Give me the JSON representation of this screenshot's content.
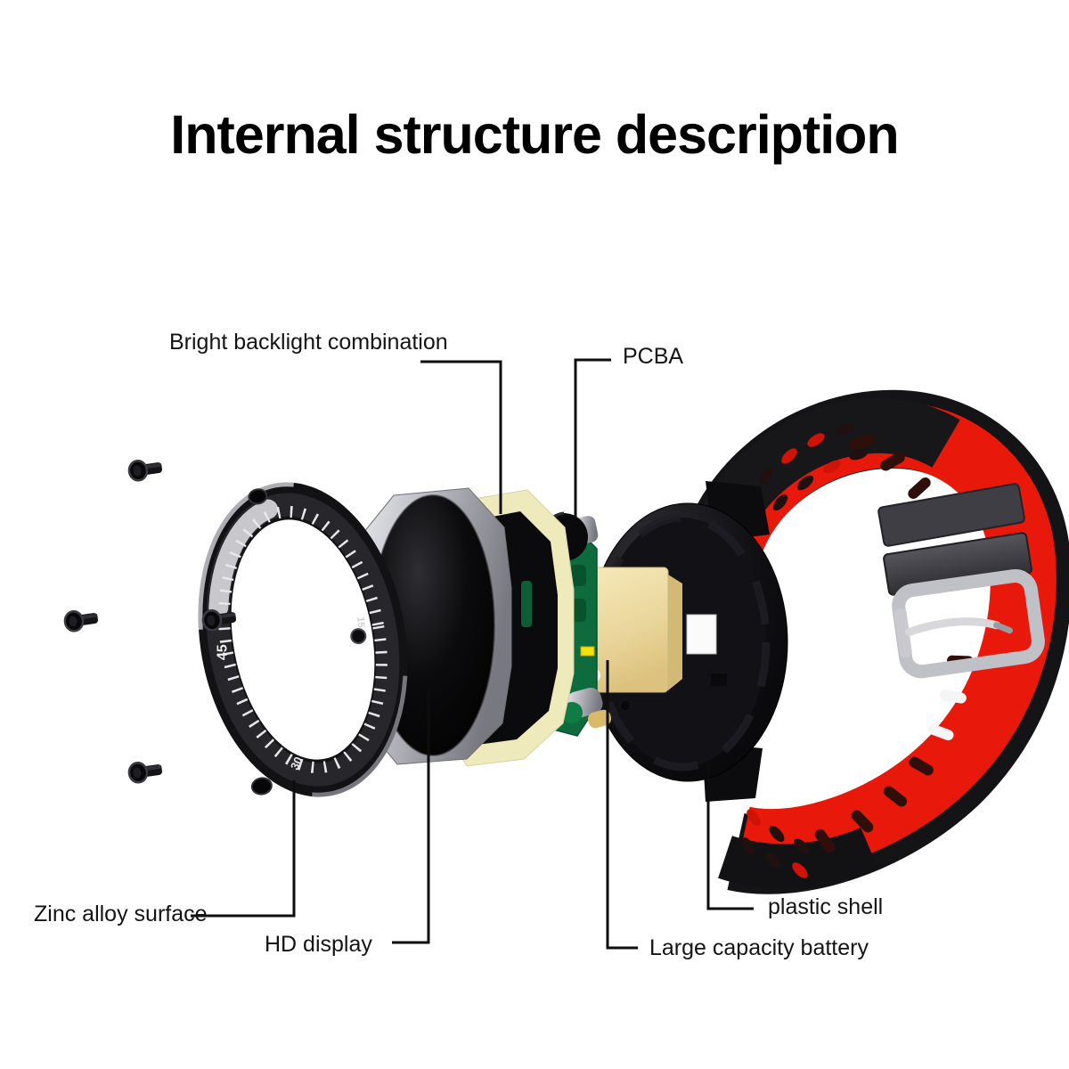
{
  "title": "Internal structure description",
  "labels": {
    "backlight": "Bright backlight combination",
    "pcba": "PCBA",
    "zinc": "Zinc alloy surface",
    "display": "HD display",
    "shell": "plastic shell",
    "battery": "Large capacity battery"
  },
  "bezel_markings": {
    "m45": "45",
    "m30": "30",
    "m15": "15"
  },
  "colors": {
    "background": "#ffffff",
    "text": "#141414",
    "strap_red": "#e8190b",
    "strap_black": "#141417",
    "keeper_grey": "#3e3e44",
    "buckle_silver": "#c0c0c7",
    "pcb_green": "#0d6b3e",
    "battery_gold": "#ecdca0",
    "backlight_yellow": "#efeabc",
    "leader_line": "#0d0d0d"
  }
}
